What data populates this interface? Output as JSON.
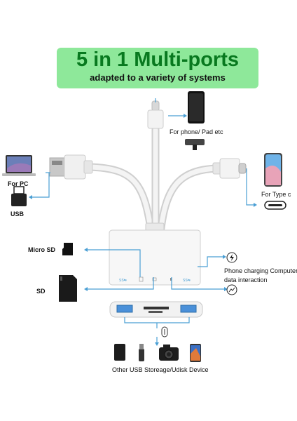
{
  "banner": {
    "title": "5 in 1 Multi-ports",
    "subtitle": "adapted to a variety of systems",
    "color": "#8ee89a",
    "title_color": "#08791f"
  },
  "labels": {
    "phone_pad": "For  phone/ Pad etc",
    "for_pc": "For PC",
    "usb": "USB",
    "type_c": "For Type c",
    "micro_sd": "Micro SD",
    "sd": "SD",
    "phone_charging": "Phone charging Computer",
    "data_interaction": "data interaction",
    "other_usb": "Other USB Storeage/Udisk Device"
  },
  "accent_color": "#4a9fd4",
  "icons": [
    "laptop-icon",
    "usb-connector-icon",
    "phone-icon",
    "lightning-connector-icon",
    "smartphone-icon",
    "type-c-port-icon",
    "micro-sd-card-icon",
    "sd-card-icon",
    "charging-icon",
    "data-icon",
    "usb-sd-symbol-icon",
    "hard-drive-icon",
    "usb-stick-icon",
    "camera-icon",
    "phone-device-icon"
  ]
}
